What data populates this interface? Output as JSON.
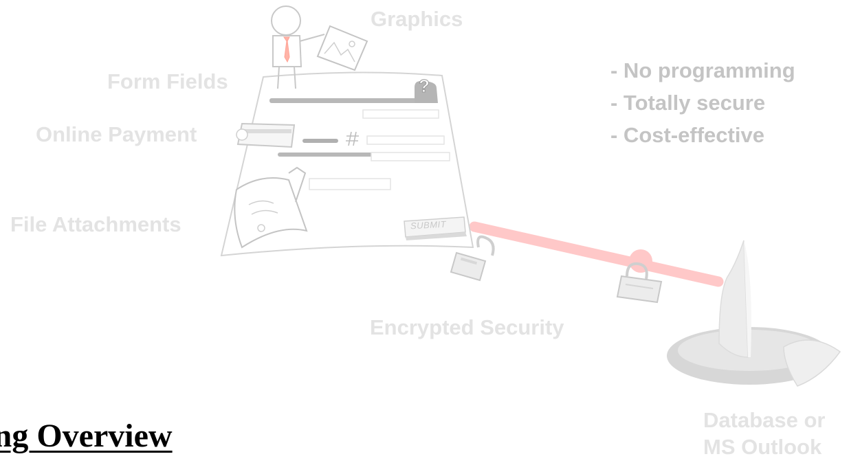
{
  "diagram": {
    "labels": {
      "graphics": "Graphics",
      "form_fields": "Form Fields",
      "online_payment": "Online Payment",
      "file_attachments": "File Attachments",
      "encrypted_security": "Encrypted Security"
    },
    "features": [
      "- No programming",
      "- Totally secure",
      "- Cost-effective"
    ],
    "database_label": {
      "line1": "Database or",
      "line2": "MS Outlook"
    },
    "form": {
      "submit_label": "SUBMIT",
      "hash_symbol": "#"
    },
    "colors": {
      "label_text": "#e3e3e3",
      "feature_text": "#c4c4c4",
      "connection_line": "#ffc8c8",
      "heading_text": "#000000"
    },
    "icons": [
      "person-icon",
      "picture-icon",
      "question-mark-icon",
      "credit-card-icon",
      "paperclip-document-icon",
      "padlock-icon",
      "database-disk-icon"
    ]
  },
  "page": {
    "heading": "cing Overview"
  }
}
